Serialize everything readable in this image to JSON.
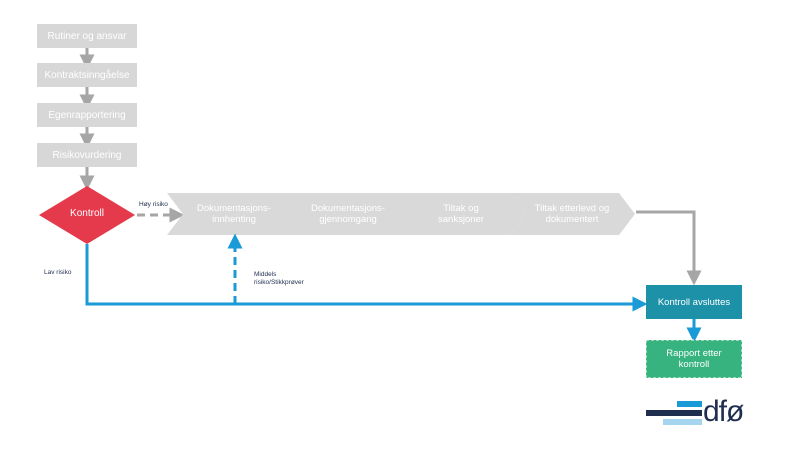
{
  "steps": {
    "rutiner": "Rutiner og ansvar",
    "kontrakt": "Kontraktsinngåelse",
    "egen": "Egenrapportering",
    "risiko": "Risikovurdering"
  },
  "decision": {
    "label": "Kontroll"
  },
  "chevrons": {
    "c1": "Dokumentasjons-\ninnhenting",
    "c2": "Dokumentasjons-\ngjennomgang",
    "c3": "Tiltak og\nsanksjoner",
    "c4": "Tiltak etterlevd og\ndokumentert"
  },
  "labels": {
    "hoy": "Høy risiko",
    "lav": "Lav risiko",
    "middels": "Middels\nrisiko/Stikkprøver"
  },
  "end": {
    "avsluttes": "Kontroll avsluttes",
    "rapport": "Rapport etter\nkontroll"
  },
  "logo": {
    "text": "dfø"
  },
  "colors": {
    "gray_box": "#d7d7d7",
    "decision_red": "#e5394c",
    "flow_blue": "#1a9ad6",
    "teal": "#1d91a8",
    "green": "#36b37e",
    "navy": "#1f2d4f"
  }
}
